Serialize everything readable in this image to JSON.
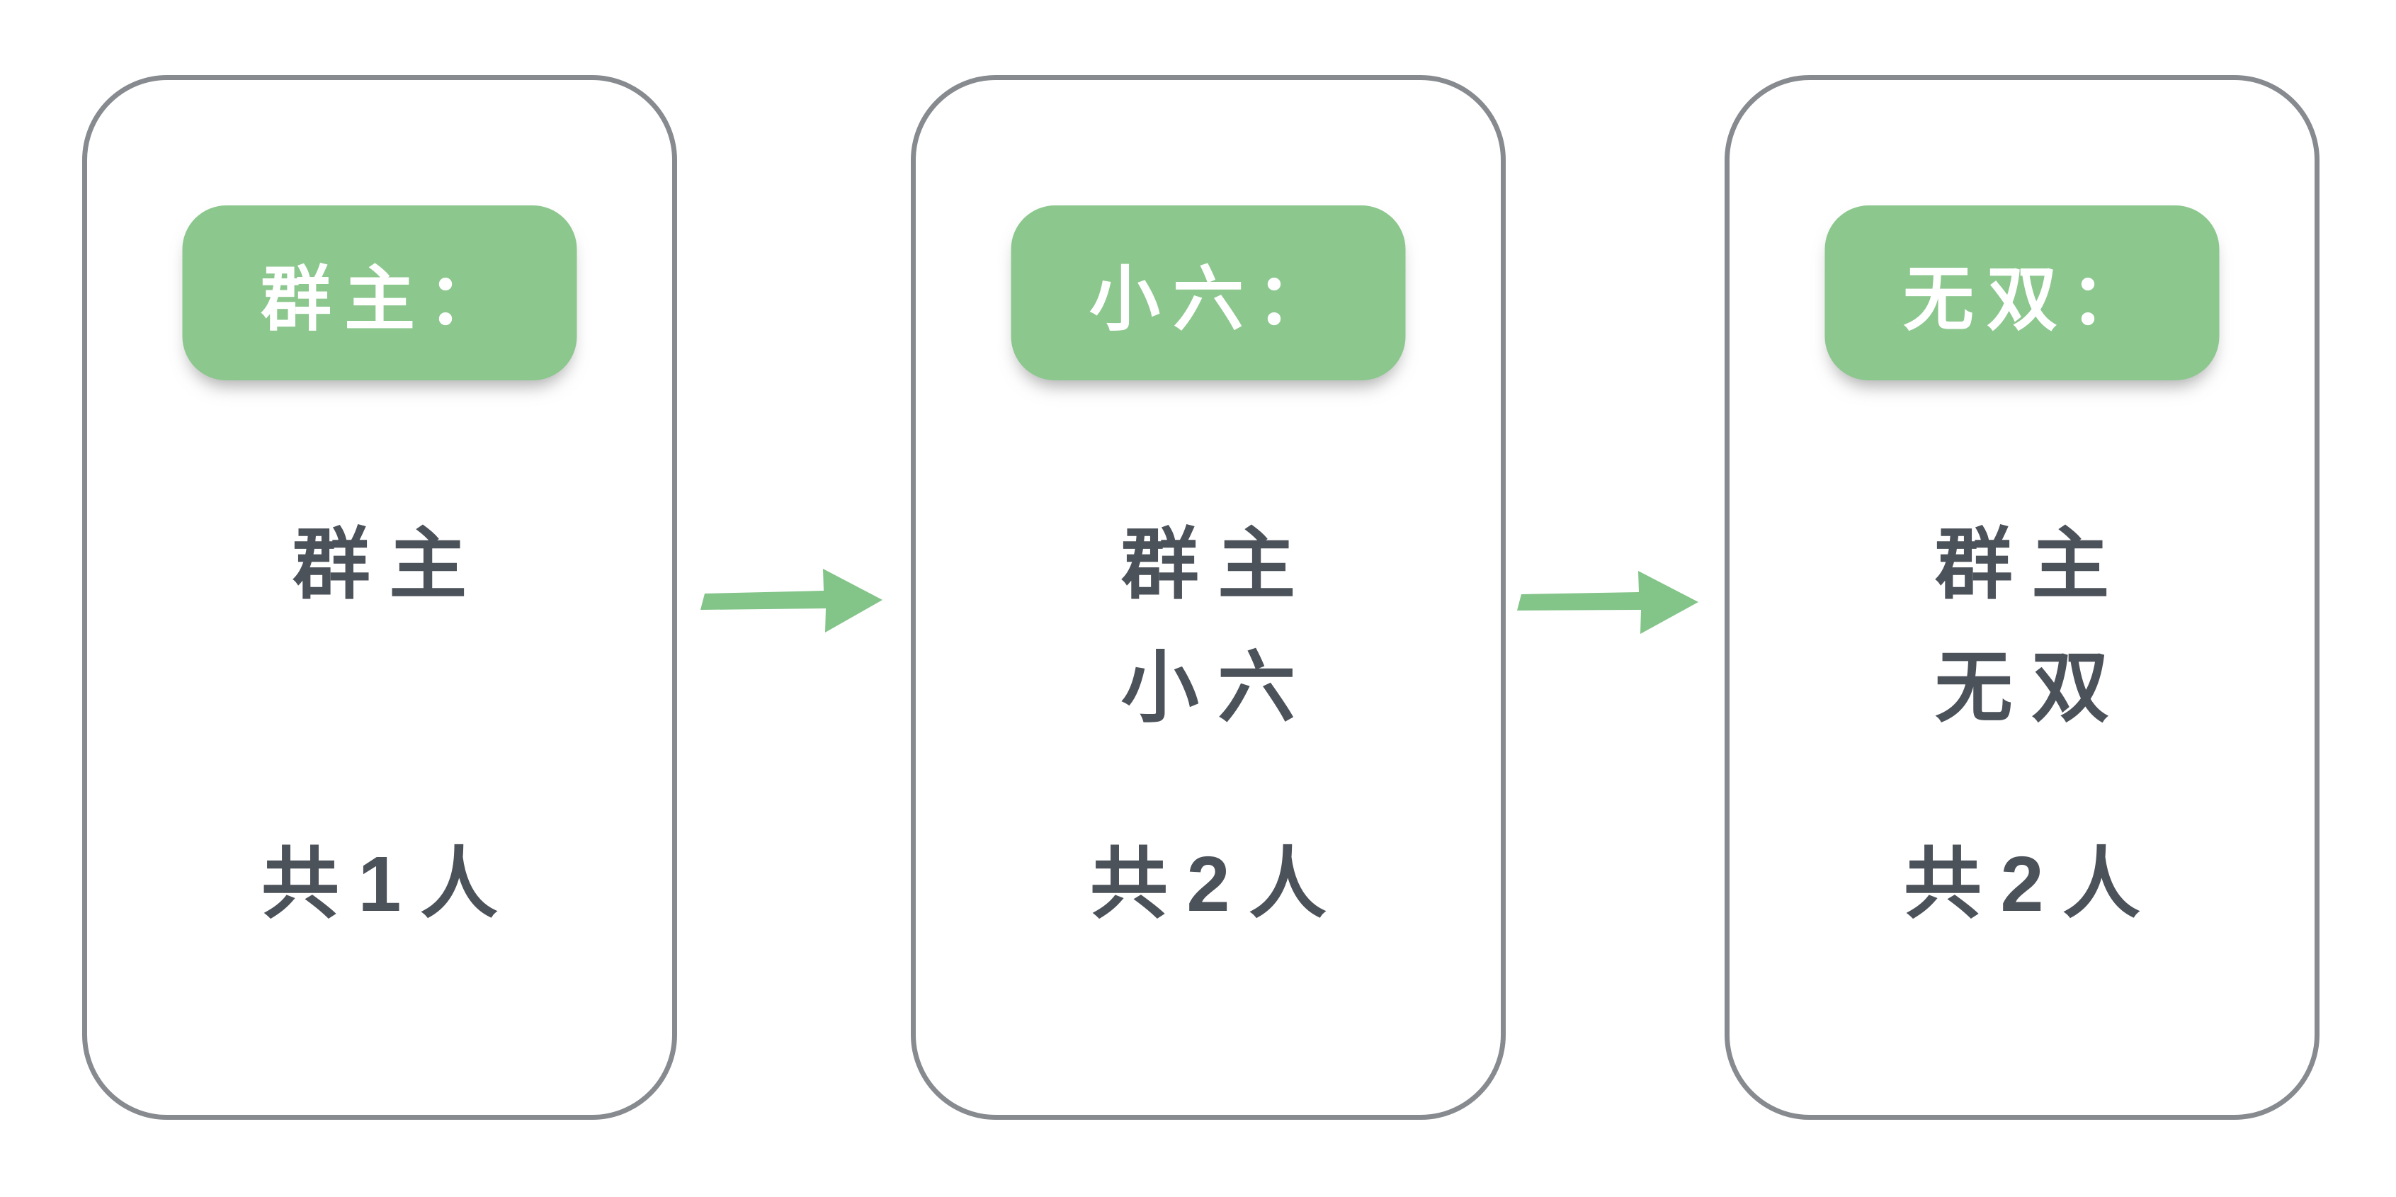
{
  "colors": {
    "background": "#ffffff",
    "card_border": "#878b8f",
    "badge_bg": "#8cc78e",
    "badge_text": "#ffffff",
    "body_text": "#4c525a",
    "arrow": "#83c489"
  },
  "cards": [
    {
      "badge_label": "群主：",
      "members": [
        "群主"
      ],
      "count": "共1人"
    },
    {
      "badge_label": "小六：",
      "members": [
        "群主",
        "小六"
      ],
      "count": "共2人"
    },
    {
      "badge_label": "无双：",
      "members": [
        "群主",
        "无双"
      ],
      "count": "共2人"
    }
  ],
  "icons": {
    "arrow_1": "right-arrow-icon",
    "arrow_2": "right-arrow-icon"
  }
}
